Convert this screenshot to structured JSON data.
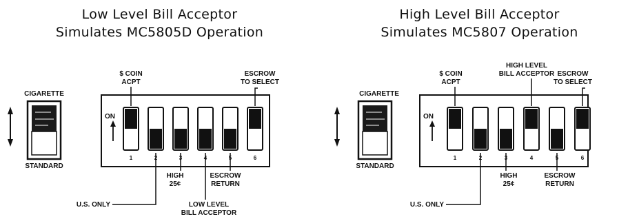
{
  "panels": [
    {
      "title_line1": "Low Level Bill Acceptor",
      "title_line2": "Simulates MC5805D Operation",
      "rocker": {
        "top_label": "CIGARETTE",
        "bottom_label": "STANDARD",
        "position": "up"
      },
      "on_label": "ON",
      "switch_numbers": [
        "1",
        "2",
        "3",
        "4",
        "5",
        "6"
      ],
      "switch_states": [
        "on",
        "off",
        "off",
        "off",
        "off",
        "on"
      ],
      "top_labels": [
        {
          "lines": [
            "$ COIN",
            "ACPT"
          ],
          "switch": 1
        },
        {
          "lines": [
            "ESCROW",
            "TO SELECT"
          ],
          "switch": 6
        }
      ],
      "bottom_labels": [
        {
          "lines": [
            "HIGH",
            "25¢"
          ],
          "switch": 3
        },
        {
          "lines": [
            "ESCROW",
            "RETURN"
          ],
          "switch": 5
        },
        {
          "lines": [
            "U.S. ONLY"
          ],
          "switch": 2
        },
        {
          "lines": [
            "LOW LEVEL",
            "BILL ACCEPTOR"
          ],
          "switch": 4
        }
      ]
    },
    {
      "title_line1": "High Level Bill Acceptor",
      "title_line2": "Simulates MC5807 Operation",
      "rocker": {
        "top_label": "CIGARETTE",
        "bottom_label": "STANDARD",
        "position": "up"
      },
      "on_label": "ON",
      "switch_numbers": [
        "1",
        "2",
        "3",
        "4",
        "5",
        "6"
      ],
      "switch_states": [
        "on",
        "off",
        "off",
        "on",
        "off",
        "on"
      ],
      "top_labels": [
        {
          "lines": [
            "$ COIN",
            "ACPT"
          ],
          "switch": 1
        },
        {
          "lines": [
            "HIGH LEVEL",
            "BILL ACCEPTOR"
          ],
          "switch": 4
        },
        {
          "lines": [
            "ESCROW",
            "TO SELECT"
          ],
          "switch": 6
        }
      ],
      "bottom_labels": [
        {
          "lines": [
            "HIGH",
            "25¢"
          ],
          "switch": 3
        },
        {
          "lines": [
            "ESCROW",
            "RETURN"
          ],
          "switch": 5
        },
        {
          "lines": [
            "U.S. ONLY"
          ],
          "switch": 2
        }
      ]
    }
  ]
}
